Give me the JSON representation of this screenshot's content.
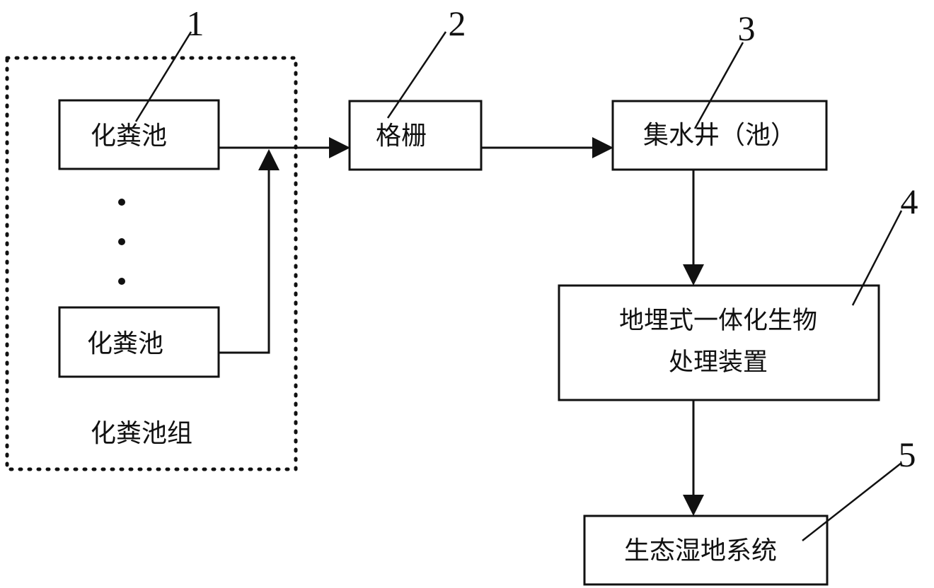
{
  "boxes": {
    "septic_tank_top": "化粪池",
    "septic_tank_bottom": "化粪池",
    "grille": "格栅",
    "sump": "集水井（池）",
    "bio_device_line1": "地埋式一体化生物",
    "bio_device_line2": "处理装置",
    "wetland": "生态湿地系统"
  },
  "group_label": "化粪池组",
  "callouts": [
    "1",
    "2",
    "3",
    "4",
    "5"
  ],
  "colors": {
    "ink": "#111111",
    "background": "#ffffff"
  }
}
